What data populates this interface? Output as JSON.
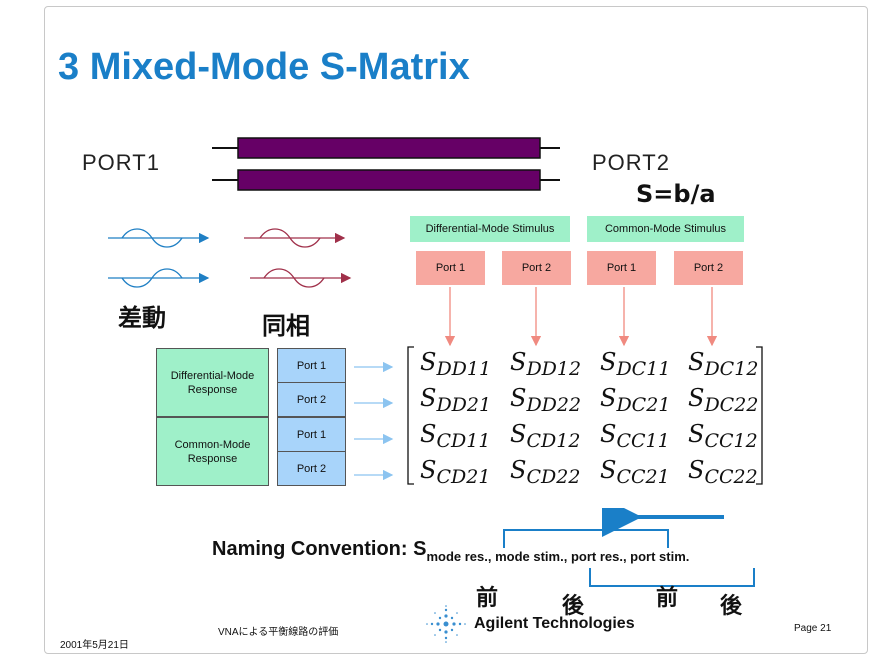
{
  "title": "3 Mixed-Mode S-Matrix",
  "port1_label": "PORT1",
  "port2_label": "PORT2",
  "formula": "S=b/a",
  "diff_caption": "差動",
  "common_caption": "同相",
  "stimulus": {
    "diff_label": "Differential-Mode Stimulus",
    "common_label": "Common-Mode Stimulus",
    "ports": [
      "Port 1",
      "Port 2",
      "Port 1",
      "Port 2"
    ]
  },
  "response": {
    "diff_label": "Differential-Mode Response",
    "common_label": "Common-Mode Response",
    "ports": [
      "Port 1",
      "Port 2",
      "Port 1",
      "Port 2"
    ]
  },
  "matrix": [
    [
      {
        "s": "S",
        "sub": "DD11"
      },
      {
        "s": "S",
        "sub": "DD12"
      },
      {
        "s": "S",
        "sub": "DC11"
      },
      {
        "s": "S",
        "sub": "DC12"
      }
    ],
    [
      {
        "s": "S",
        "sub": "DD21"
      },
      {
        "s": "S",
        "sub": "DD22"
      },
      {
        "s": "S",
        "sub": "DC21"
      },
      {
        "s": "S",
        "sub": "DC22"
      }
    ],
    [
      {
        "s": "S",
        "sub": "CD11"
      },
      {
        "s": "S",
        "sub": "CD12"
      },
      {
        "s": "S",
        "sub": "CC11"
      },
      {
        "s": "S",
        "sub": "CC12"
      }
    ],
    [
      {
        "s": "S",
        "sub": "CD21"
      },
      {
        "s": "S",
        "sub": "CD22"
      },
      {
        "s": "S",
        "sub": "CC21"
      },
      {
        "s": "S",
        "sub": "CC22"
      }
    ]
  ],
  "naming": {
    "prefix": "Naming Convention: S",
    "subscript": "mode res., mode stim., port res., port stim.",
    "marks": [
      "前",
      "後",
      "前",
      "後"
    ]
  },
  "footer": {
    "date": "2001年5月21日",
    "doc_title": "VNAによる平衡線路の評価",
    "company": "Agilent Technologies",
    "page": "Page 21"
  },
  "colors": {
    "title": "#1a7fc8",
    "line": "#660066",
    "diff_wave": "#1f7fc4",
    "common_wave": "#a0304a",
    "stim_box": "#9ff0c9",
    "port_box": "#f7a8a0",
    "resp_port_box": "#a8d4fa",
    "naming_bracket": "#1a7fc8"
  }
}
